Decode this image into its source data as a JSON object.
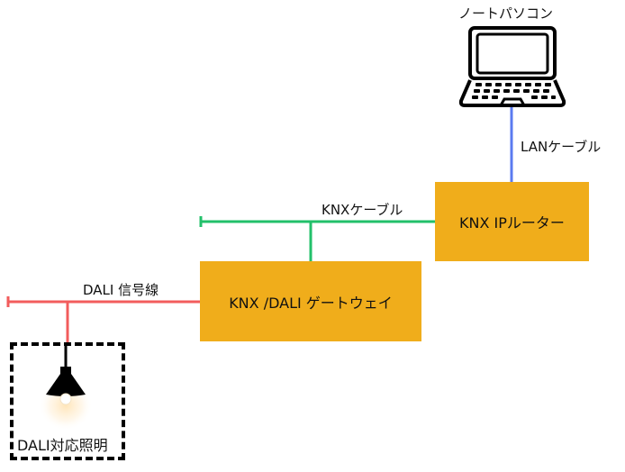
{
  "nodes": {
    "laptop": {
      "label": "ノートパソコン",
      "icon": "laptop-icon"
    },
    "ip_router": {
      "label": "KNX IPルーター"
    },
    "gateway": {
      "label": "KNX /DALI ゲートウェイ"
    },
    "lighting": {
      "label": "DALI対応照明",
      "icon": "pendant-lamp-icon"
    }
  },
  "connections": {
    "lan": {
      "label": "LANケーブル",
      "color": "#5B7BF0"
    },
    "knx": {
      "label": "KNXケーブル",
      "color": "#22C06A"
    },
    "dali": {
      "label": "DALI 信号線",
      "color": "#F25C5C"
    }
  },
  "colors": {
    "device_box": "#F0AD1B"
  }
}
